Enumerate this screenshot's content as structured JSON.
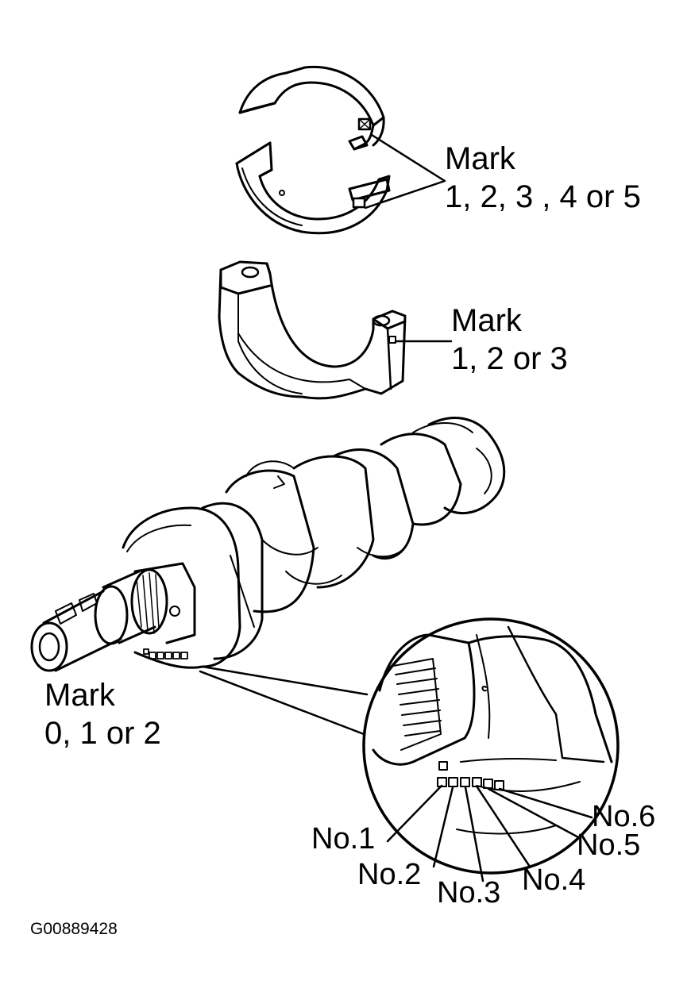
{
  "labels": {
    "bearing_top": {
      "line1": "Mark",
      "line2": "1, 2, 3 , 4 or 5"
    },
    "rod_cap": {
      "line1": "Mark",
      "line2": "1, 2 or 3"
    },
    "crankshaft": {
      "line1": "Mark",
      "line2": "0, 1 or 2"
    },
    "journals": [
      "No.1",
      "No.2",
      "No.3",
      "No.4",
      "No.5",
      "No.6"
    ]
  },
  "figure_code": "G00889428",
  "colors": {
    "ink": "#000000",
    "paper": "#ffffff"
  }
}
